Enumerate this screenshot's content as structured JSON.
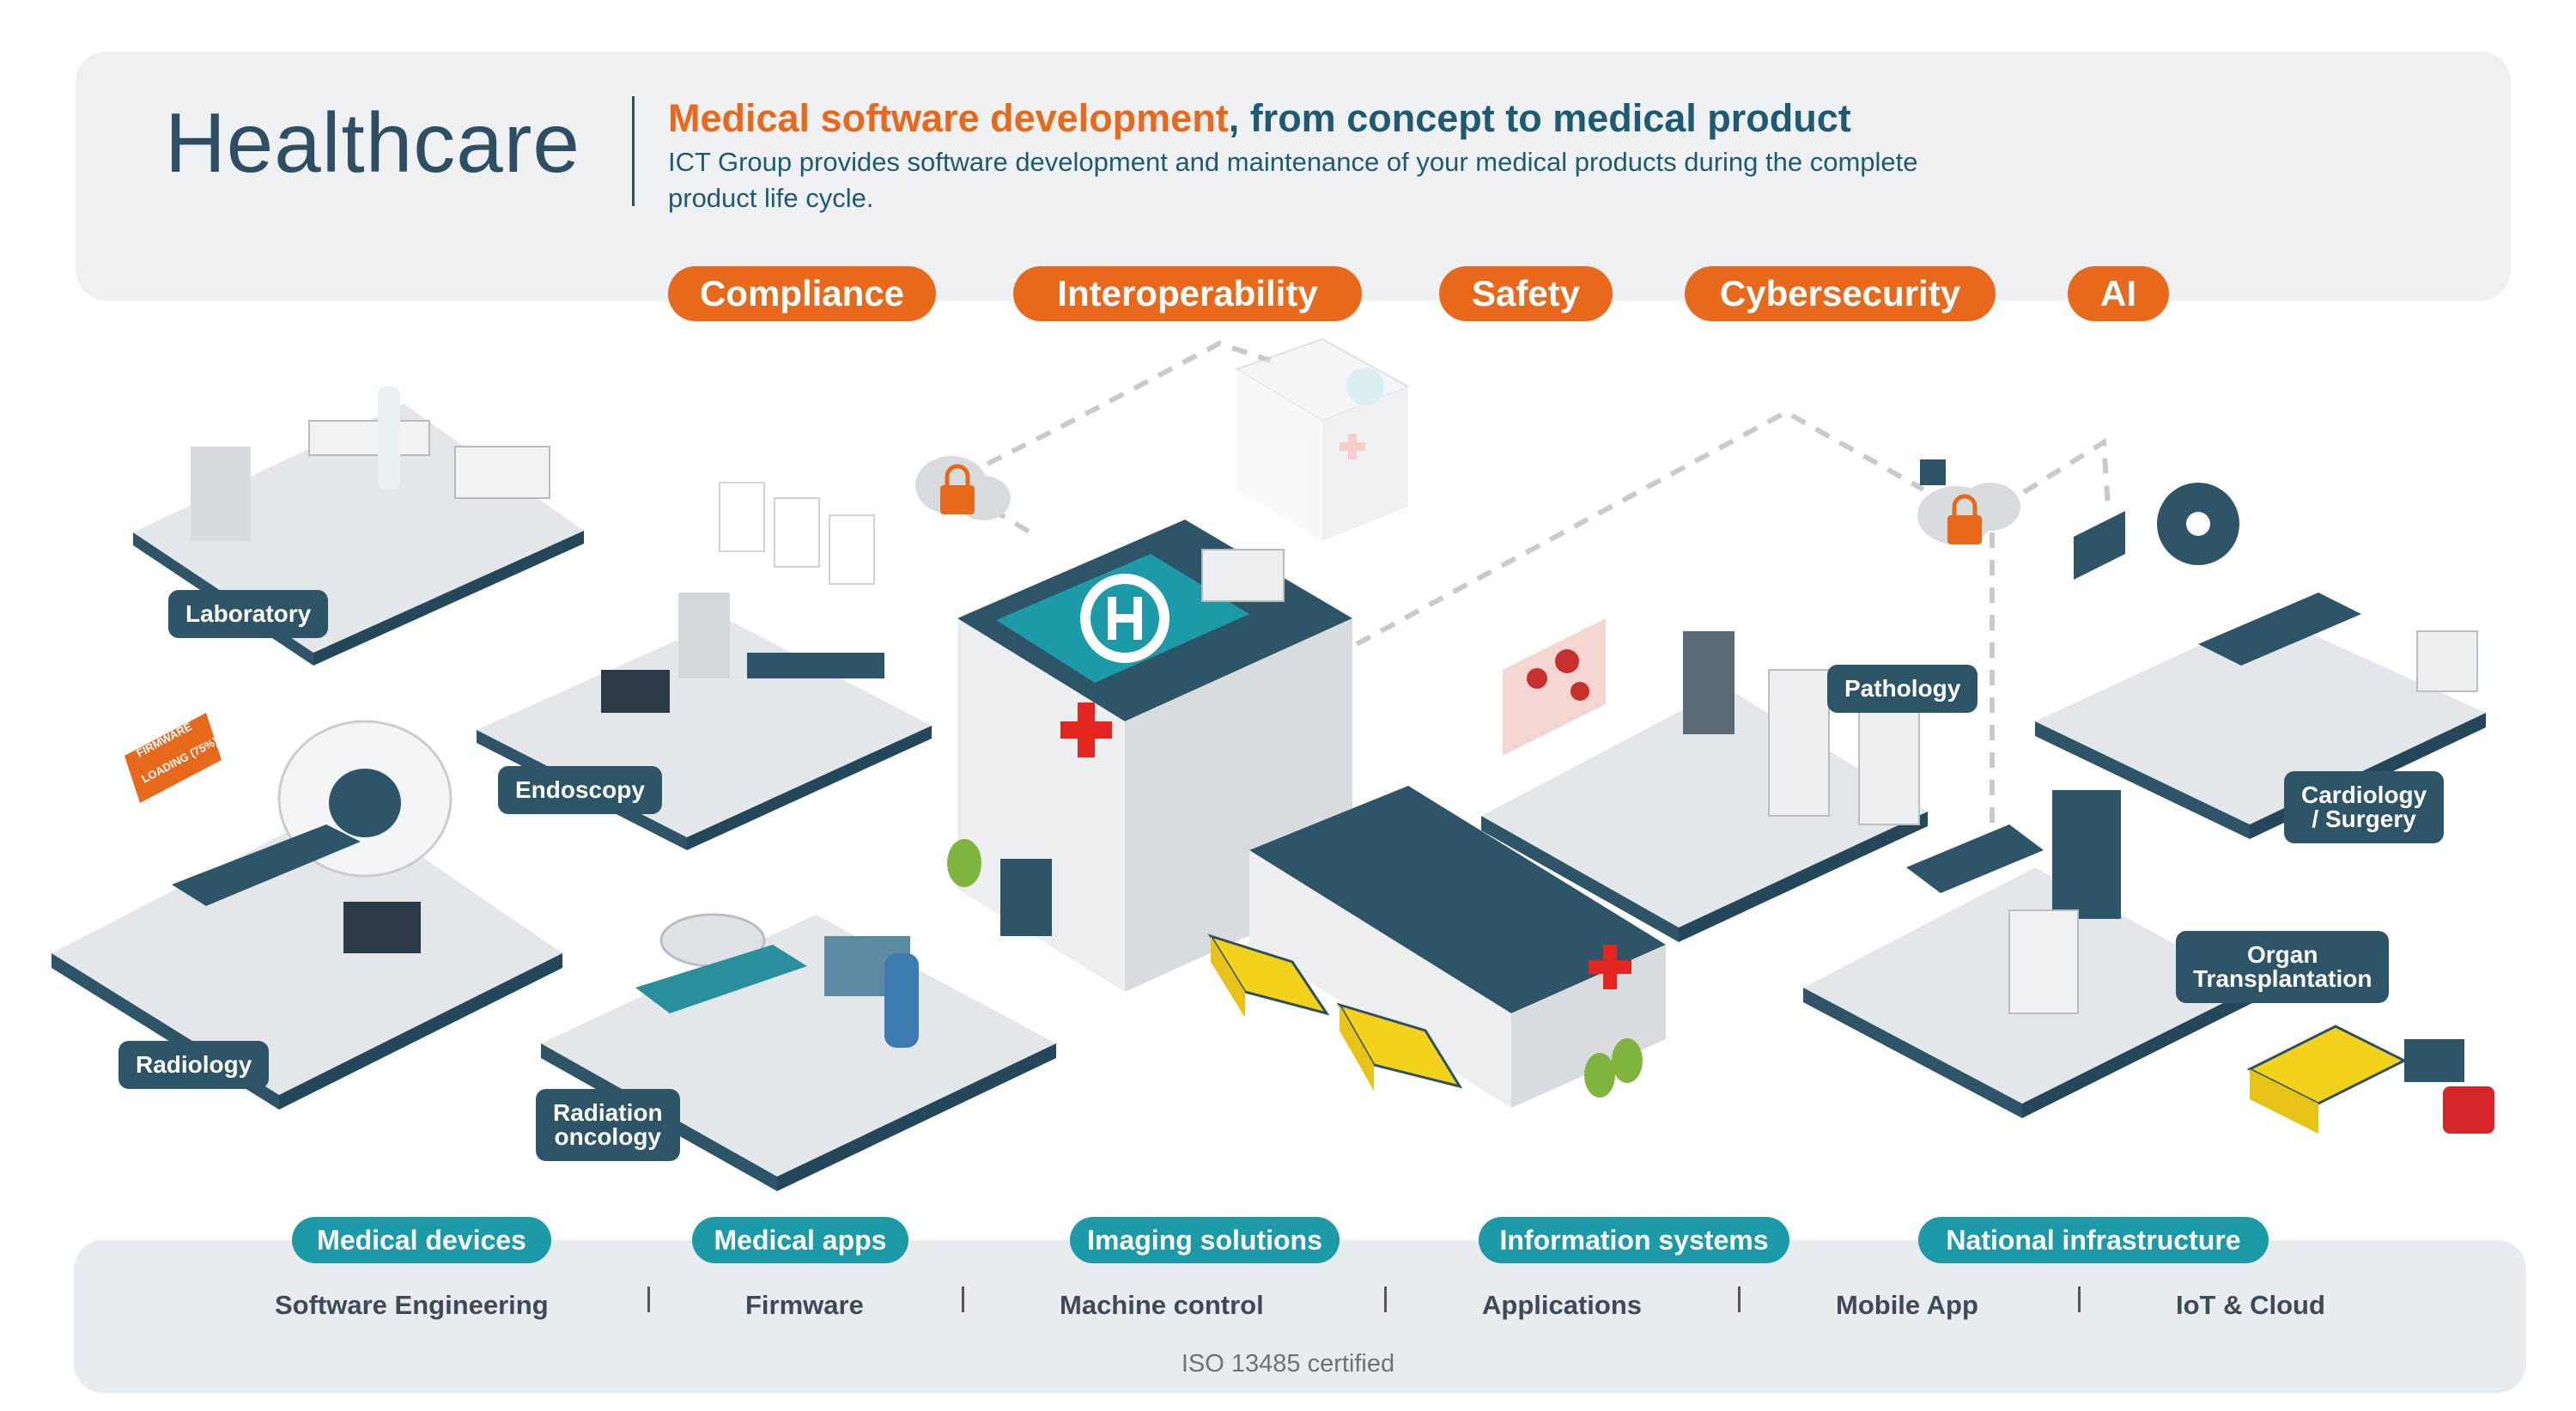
{
  "header": {
    "title": "Healthcare",
    "headline_accent": "Medical software development",
    "headline_rest": ", from concept to medical product",
    "subline": "ICT Group provides software development and maintenance of your medical products during the complete product life cycle."
  },
  "topics": [
    "Compliance",
    "Interoperability",
    "Safety",
    "Cybersecurity",
    "AI"
  ],
  "areas": {
    "laboratory": "Laboratory",
    "endoscopy": "Endoscopy",
    "radiology": "Radiology",
    "radiation_oncology_1": "Radiation",
    "radiation_oncology_2": "oncology",
    "pathology": "Pathology",
    "cardiology_1": "Cardiology",
    "cardiology_2": "/ Surgery",
    "organ_1": "Organ",
    "organ_2": "Transplantation"
  },
  "device_screen": {
    "line1": "FIRMWARE",
    "line2": "LOADING (75%)"
  },
  "markets": [
    "Medical devices",
    "Medical apps",
    "Imaging solutions",
    "Information systems",
    "National infrastructure"
  ],
  "services": [
    "Software Engineering",
    "Firmware",
    "Machine control",
    "Applications",
    "Mobile App",
    "IoT & Cloud"
  ],
  "certification": "ISO 13485 certified",
  "colors": {
    "orange": "#e8681c",
    "teal": "#1d9aa8",
    "navy": "#2e4f63",
    "red_cross": "#e3251f",
    "ambulance": "#f2d21b"
  }
}
